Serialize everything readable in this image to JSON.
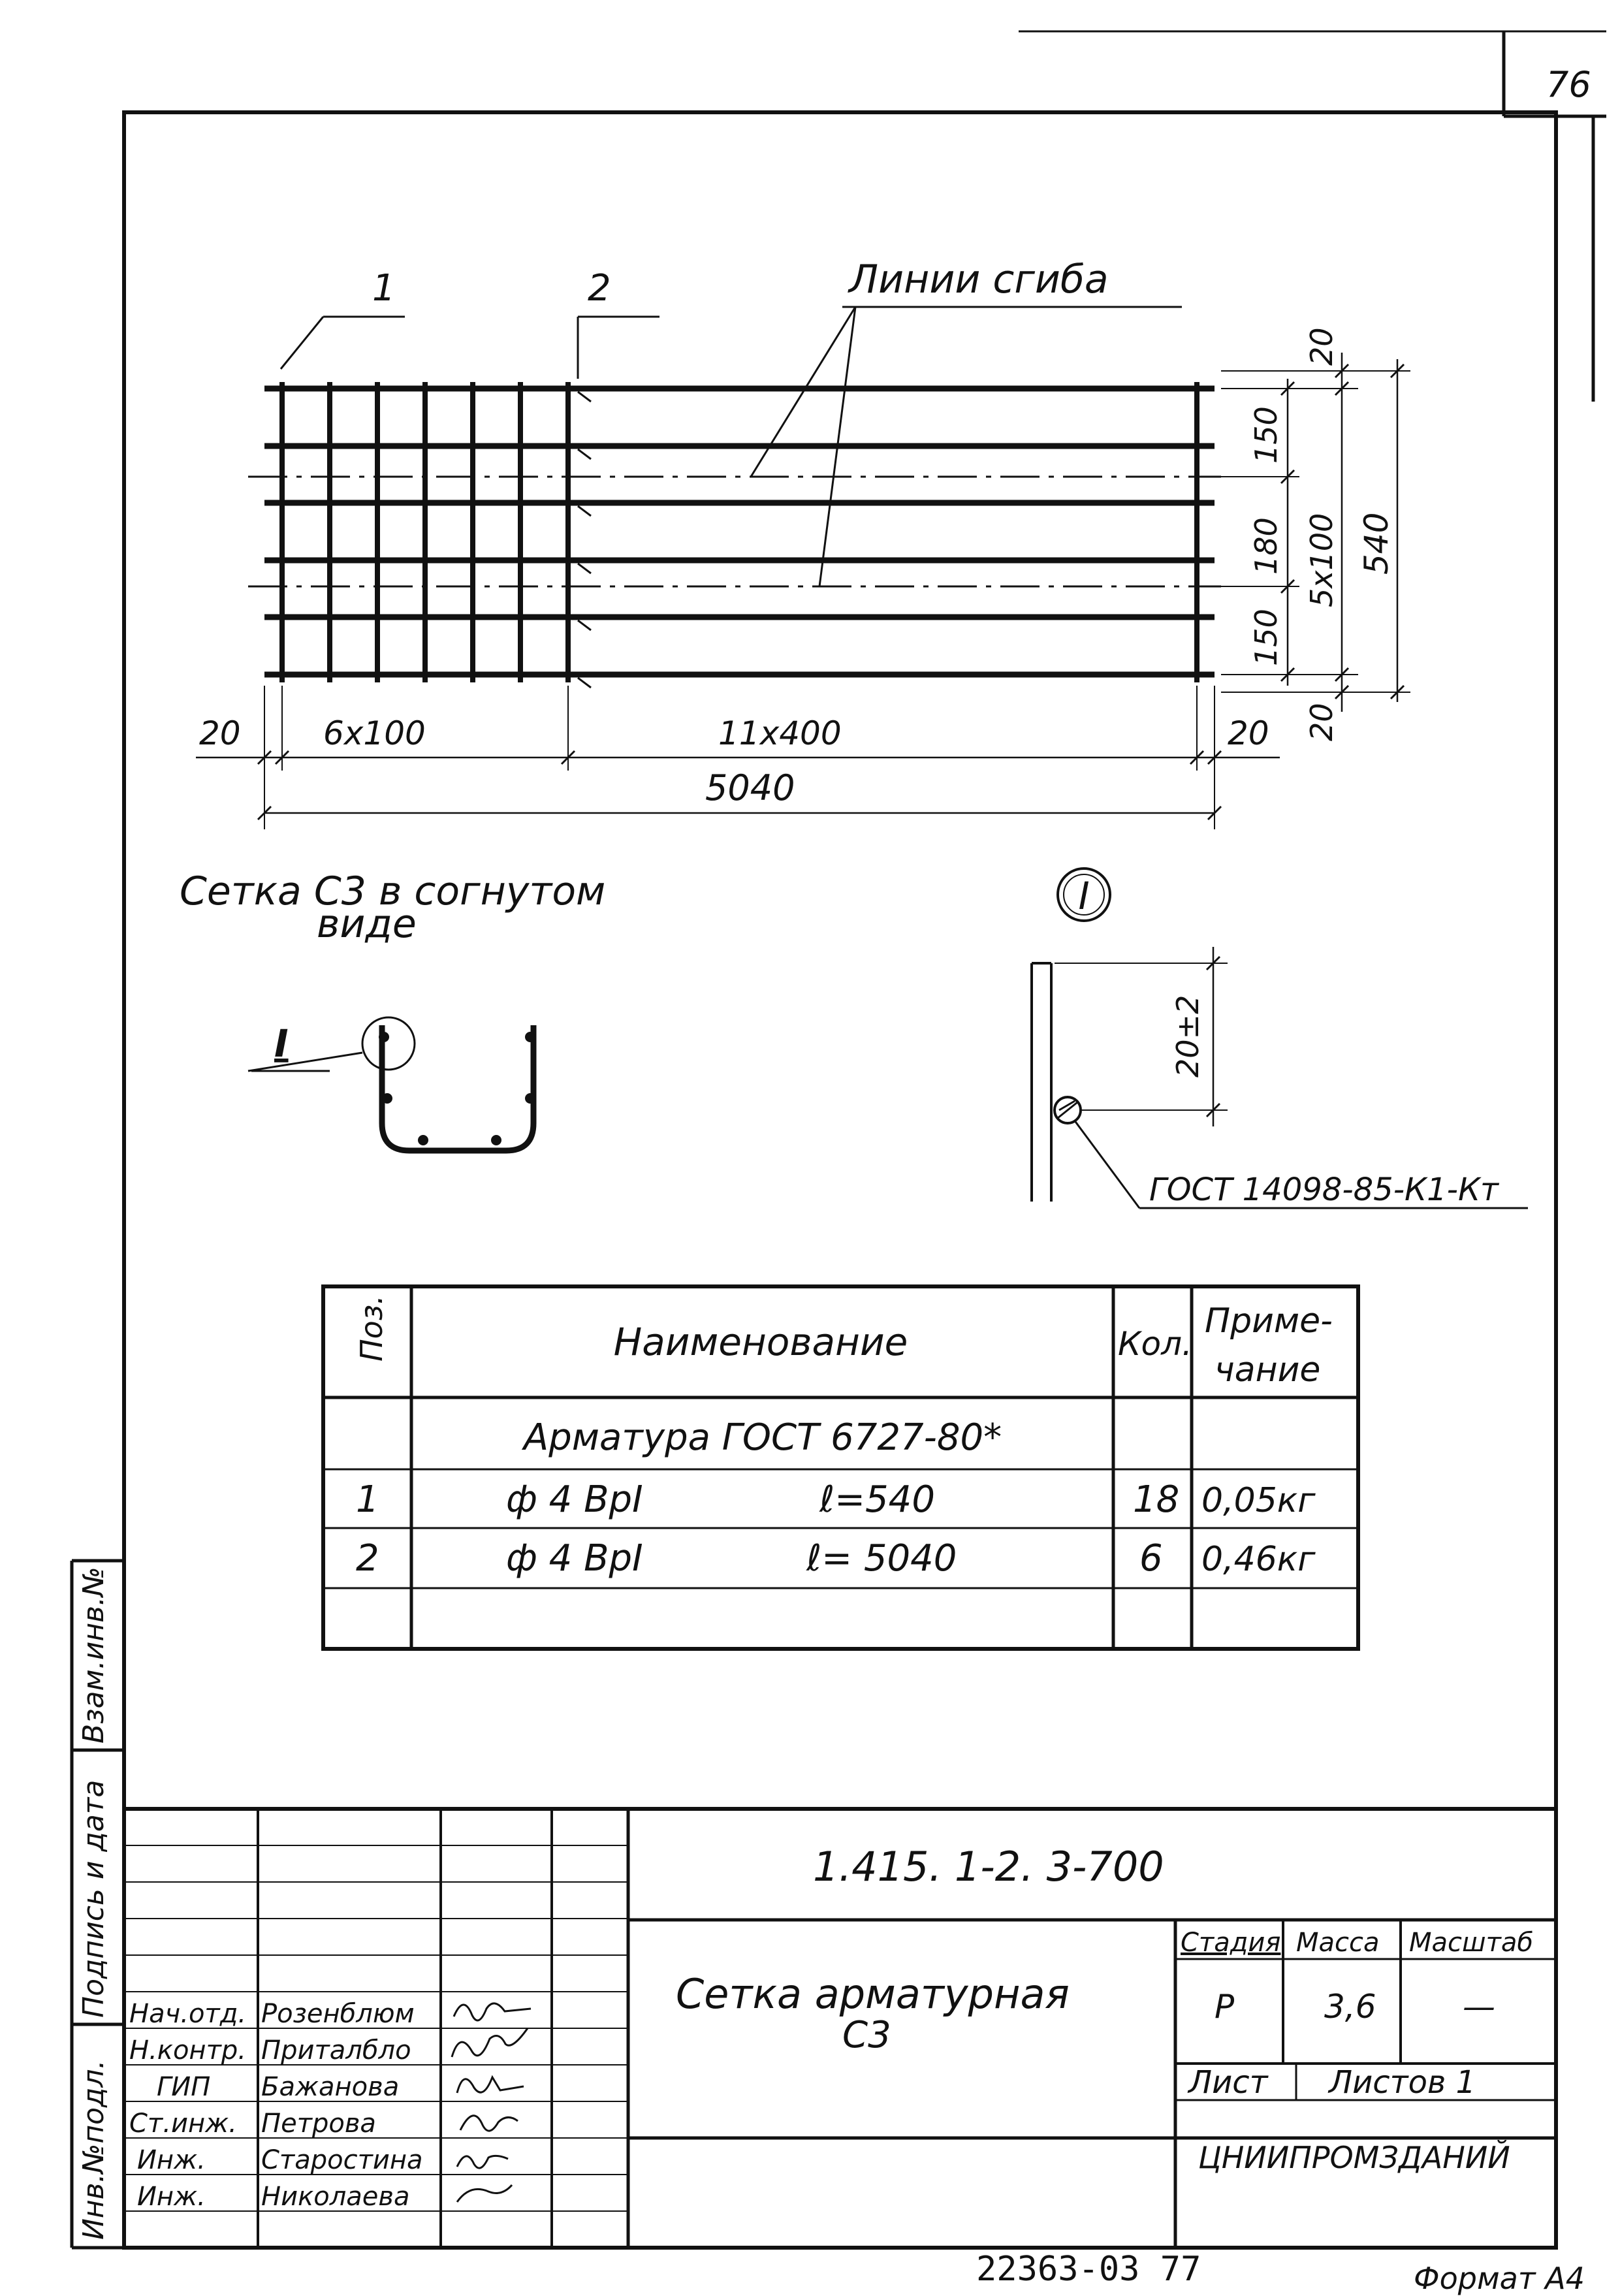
{
  "page_number": "76",
  "drawing": {
    "pos_label_1": "1",
    "pos_label_2": "2",
    "fold_lines_label": "Линии сгиба",
    "dims_bottom": {
      "left_margin": "20",
      "left_span": "6x100",
      "mid_span": "11x400",
      "right_margin": "20",
      "total": "5040"
    },
    "dims_right": {
      "top_margin": "20",
      "seg1": "150",
      "seg2": "180",
      "seg3": "150",
      "spacing": "5x100",
      "total": "540",
      "bottom_margin": "20"
    },
    "bent_caption_line1": "Сетка С3 в согнутом",
    "bent_caption_line2": "виде",
    "detail_callout": "I",
    "detail_circle_label": "I",
    "detail_dim": "20±2",
    "weld_standard": "ГОСТ 14098-85-К1-Кт"
  },
  "spec_table": {
    "headers": [
      "Поз.",
      "Наименование",
      "Кол.",
      "Приме-\nчание"
    ],
    "rows": [
      {
        "pos": "",
        "name": "Арматура ГОСТ 6727-80*",
        "length": "",
        "qty": "",
        "note": ""
      },
      {
        "pos": "1",
        "name": "ф 4 ВрI",
        "length": "ℓ=540",
        "qty": "18",
        "note": "0,05кг"
      },
      {
        "pos": "2",
        "name": "ф 4 ВрI",
        "length": "ℓ= 5040",
        "qty": "6",
        "note": "0,46кг"
      },
      {
        "pos": "",
        "name": "",
        "length": "",
        "qty": "",
        "note": ""
      }
    ]
  },
  "left_margin_labels": [
    "Инв.№подл.",
    "Подпись и дата",
    "Взам.инв.№"
  ],
  "title_block": {
    "code": "1.415. 1-2. 3-700",
    "title_line1": "Сетка арматурная",
    "title_line2": "С3",
    "stage_header": "Стадия",
    "mass_header": "Масса",
    "scale_header": "Масштаб",
    "stage": "Р",
    "mass": "3,6",
    "scale": "—",
    "sheet_label": "Лист",
    "sheets_label": "Листов 1",
    "organization": "ЦНИИПРОМЗДАНИЙ",
    "staff": [
      {
        "role": "Нач.отд.",
        "name": "Розенблюм"
      },
      {
        "role": "Н.контр.",
        "name": "Приталбло"
      },
      {
        "role": "ГИП",
        "name": "Бажанова"
      },
      {
        "role": "Ст.инж.",
        "name": "Петрова"
      },
      {
        "role": "Инж.",
        "name": "Старостина"
      },
      {
        "role": "Инж.",
        "name": "Николаева"
      }
    ]
  },
  "footer": {
    "order_number": "22363-03 77",
    "format": "Формат А4"
  }
}
